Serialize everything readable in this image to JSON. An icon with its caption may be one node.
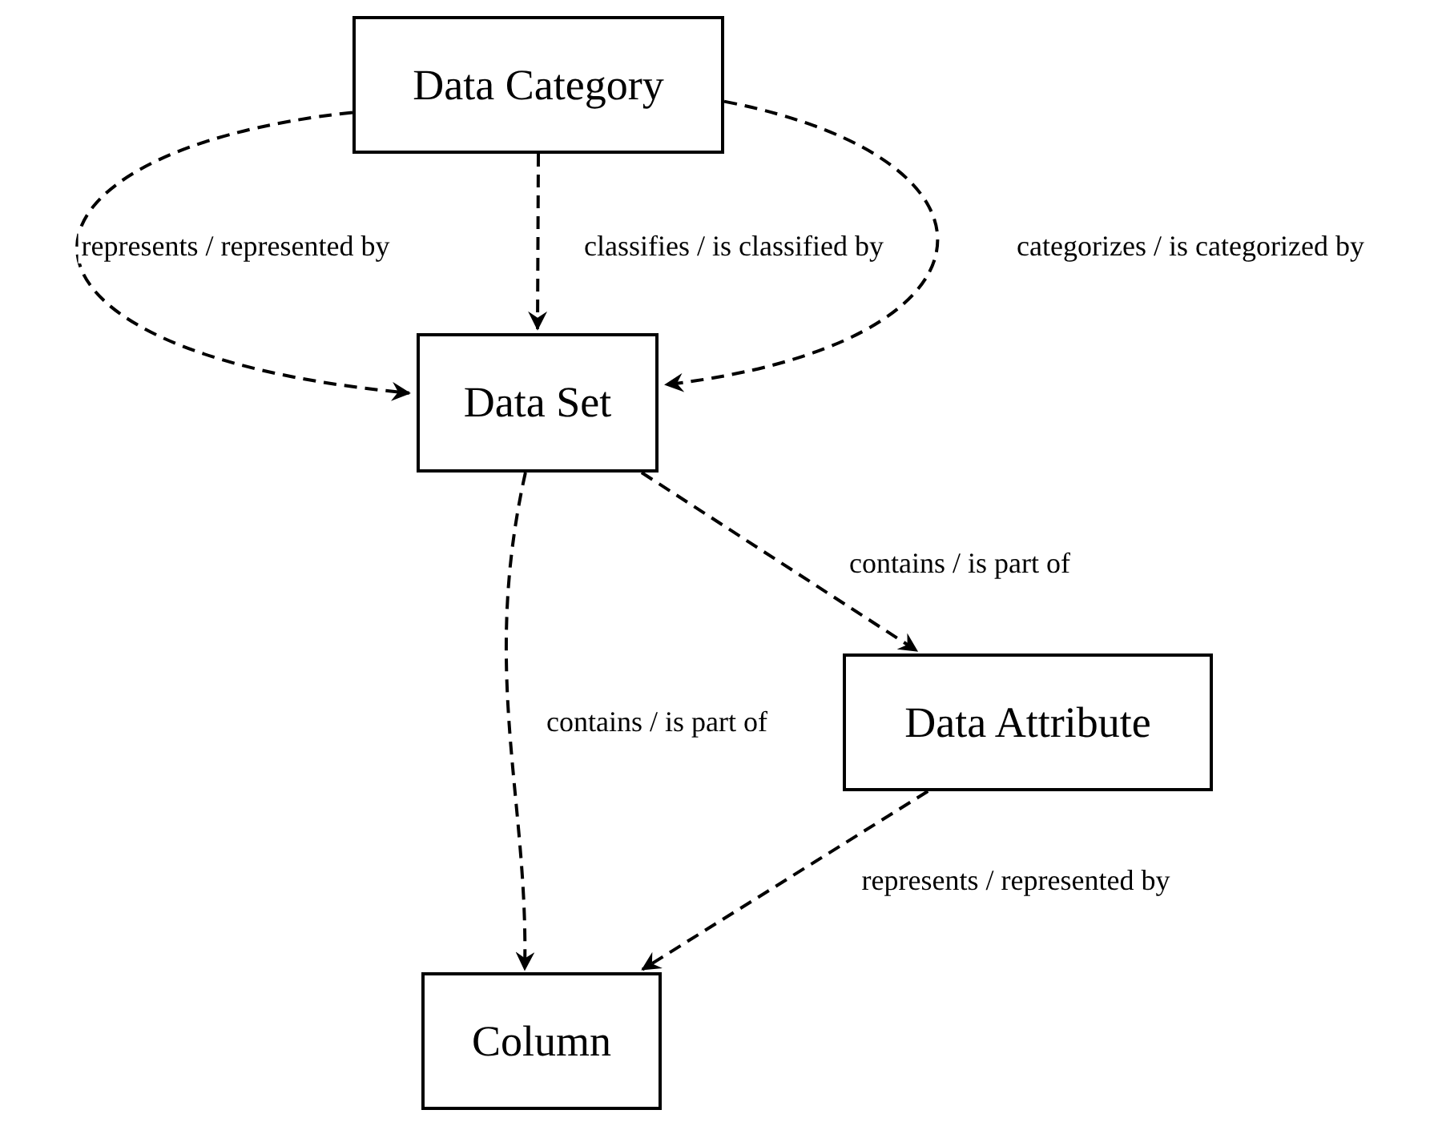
{
  "diagram": {
    "nodes": [
      {
        "text": [
          "Data Category"
        ]
      },
      {
        "text": [
          "Data Set"
        ]
      },
      {
        "text": [
          "Data Attribute"
        ]
      },
      {
        "text": [
          "Column"
        ]
      }
    ],
    "edges": [
      {
        "from": 0,
        "to": 1,
        "arrow": "to",
        "style": "dashed",
        "label": "represents / represented by"
      },
      {
        "from": 0,
        "to": 1,
        "arrow": "to",
        "style": "dashed",
        "label": "classifies / is classified by"
      },
      {
        "from": 0,
        "to": 1,
        "arrow": "to",
        "style": "dashed",
        "label": "categorizes / is categorized by"
      },
      {
        "from": 1,
        "to": 2,
        "arrow": "to",
        "style": "dashed",
        "label": "contains / is part of"
      },
      {
        "from": 1,
        "to": 3,
        "arrow": "to",
        "style": "dashed",
        "label": "contains / is part of"
      },
      {
        "from": 2,
        "to": 3,
        "arrow": "to",
        "style": "dashed",
        "label": "represents / represented by"
      }
    ]
  }
}
